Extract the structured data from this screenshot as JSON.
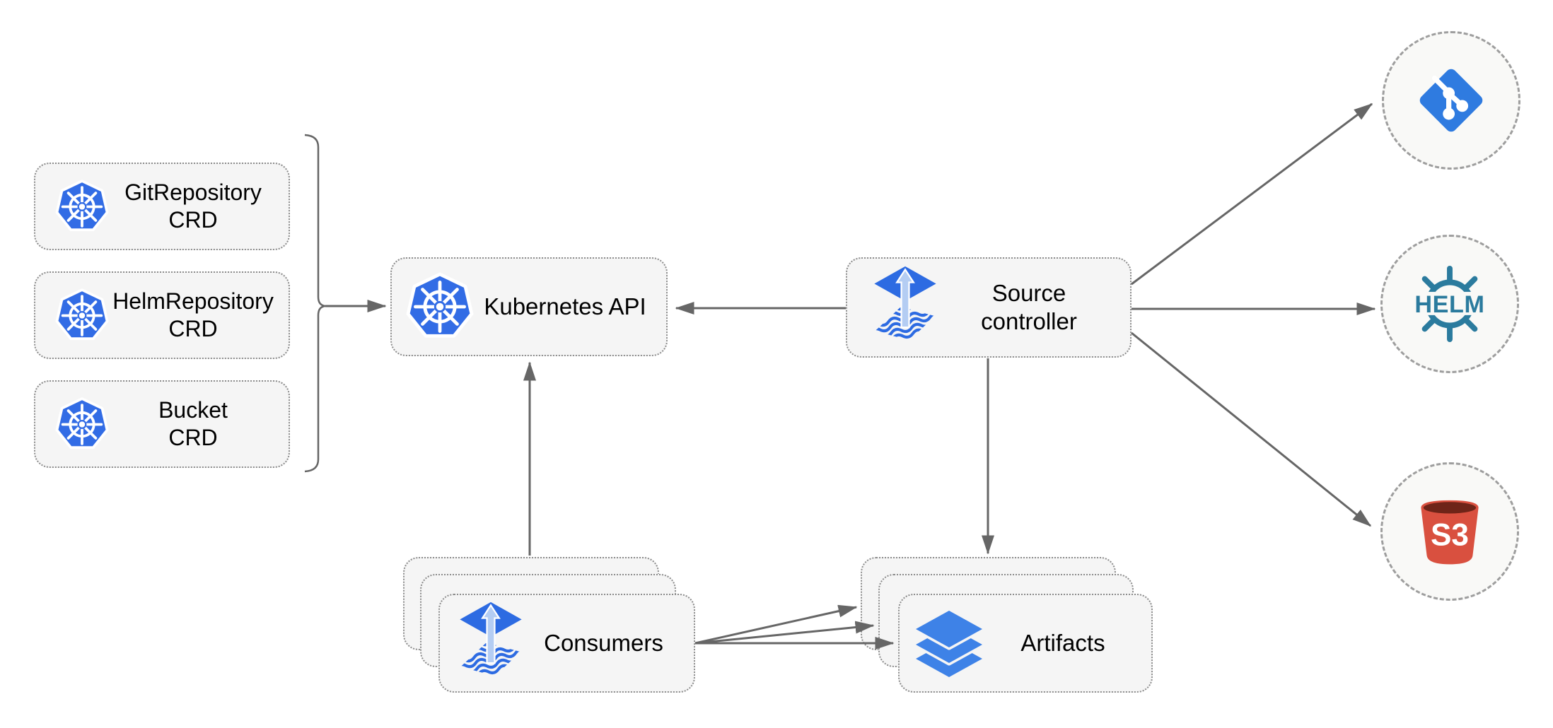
{
  "diagram": {
    "crd_boxes": [
      {
        "line1": "GitRepository",
        "line2": "CRD"
      },
      {
        "line1": "HelmRepository",
        "line2": "CRD"
      },
      {
        "line1": "Bucket",
        "line2": "CRD"
      }
    ],
    "kubernetes_api": {
      "label": "Kubernetes API"
    },
    "source_controller": {
      "line1": "Source",
      "line2": "controller"
    },
    "consumers": {
      "label": "Consumers"
    },
    "artifacts": {
      "label": "Artifacts"
    },
    "external": {
      "helm_label": "HELM",
      "s3_label": "S3"
    },
    "colors": {
      "box_fill": "#f5f5f5",
      "box_border": "#8c8c8c",
      "circle_fill": "#f9f9f7",
      "circle_border": "#9e9e9e",
      "connector": "#666666",
      "text": "#000000",
      "kubernetes_blue": "#326ce5",
      "flux_blue": "#2d6be2",
      "flux_arrow_light": "#b4cdf3",
      "layers_blue": "#3e82e7",
      "git_blue": "#2f7be0",
      "helm_teal": "#2b7b9e",
      "s3_red": "#d9503f",
      "s3_dark_red": "#6e2418"
    }
  }
}
